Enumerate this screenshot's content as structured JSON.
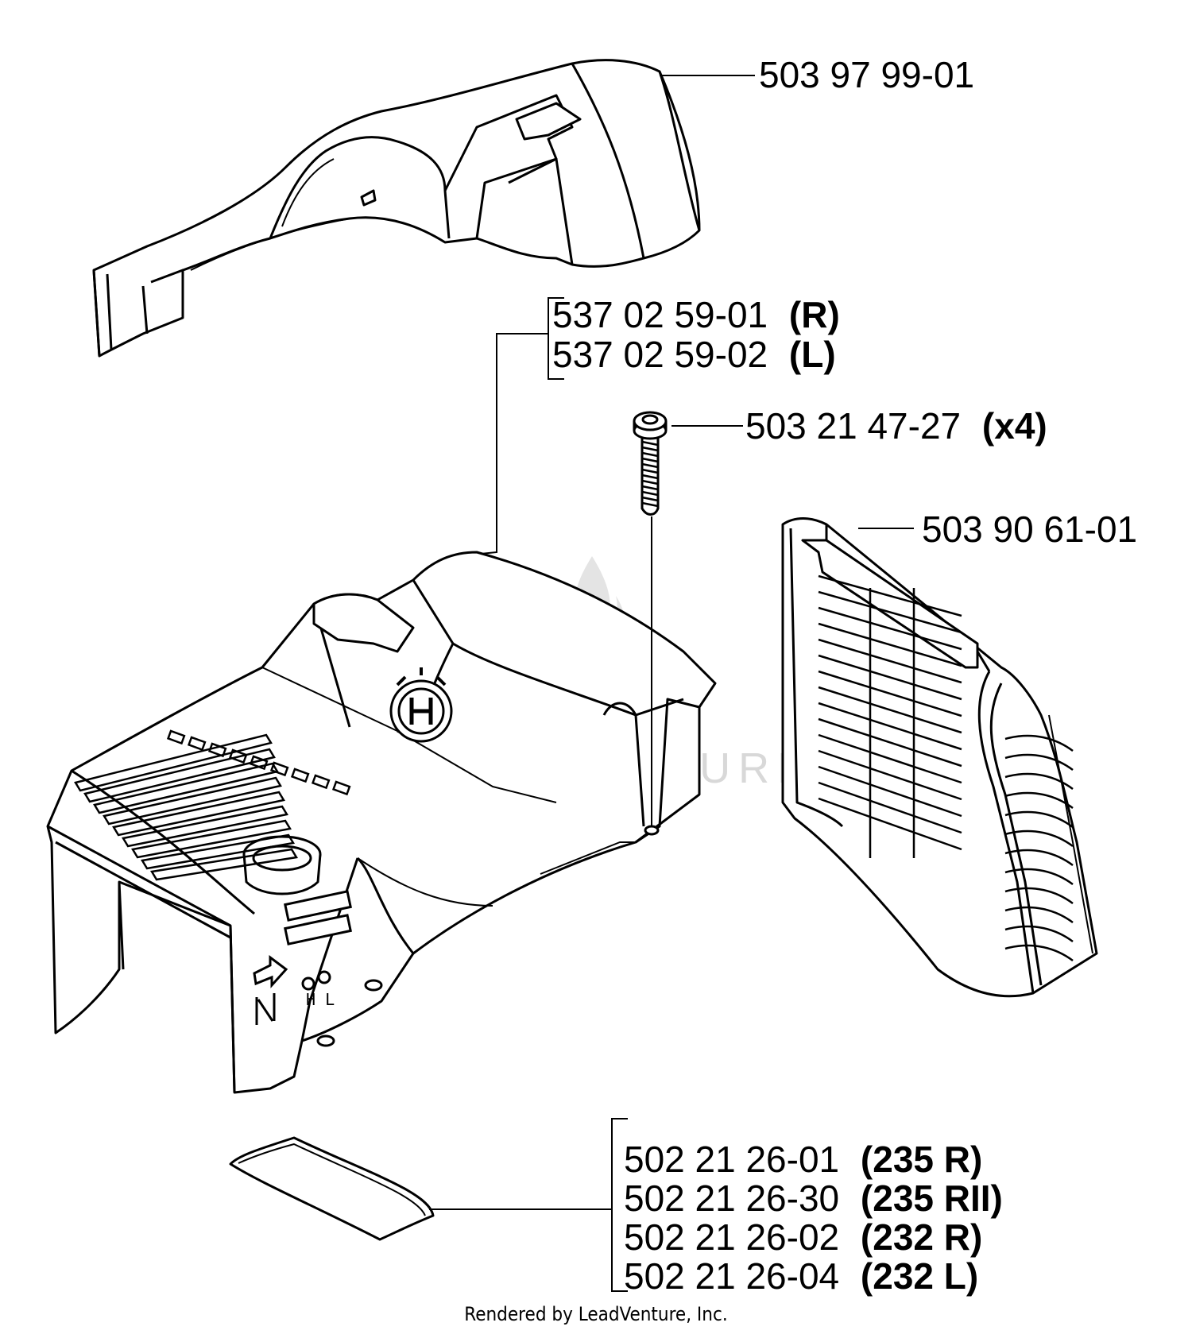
{
  "watermark": {
    "text": "LEADVENTURE"
  },
  "footer": {
    "text": "Rendered by LeadVenture, Inc."
  },
  "callouts": {
    "top_cover": {
      "part": "503 97 99-01"
    },
    "cylinder_cover": {
      "lines": [
        {
          "part": "537 02 59-01",
          "variant": "(R)"
        },
        {
          "part": "537 02 59-02",
          "variant": "(L)"
        }
      ]
    },
    "screw": {
      "part": "503 21 47-27",
      "qty": "(x4)"
    },
    "air_grille": {
      "part": "503 90 61-01"
    },
    "decal": {
      "lines": [
        {
          "part": "502 21 26-01",
          "variant": "(235 R)"
        },
        {
          "part": "502 21 26-30",
          "variant": "(235 RII)"
        },
        {
          "part": "502 21 26-02",
          "variant": "(232 R)"
        },
        {
          "part": "502 21 26-04",
          "variant": "(232 L)"
        }
      ]
    }
  },
  "colors": {
    "line": "#000000",
    "background": "#ffffff",
    "watermark": "#d8d8d8"
  }
}
